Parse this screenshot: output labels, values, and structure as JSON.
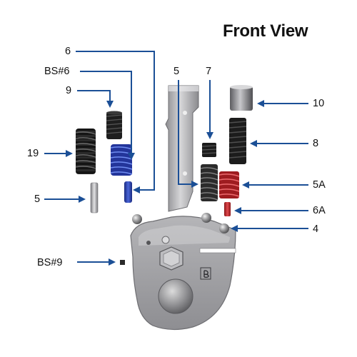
{
  "title": "Front View",
  "labels": {
    "l6": "6",
    "lbs6": "BS#6",
    "l9": "9",
    "l19": "19",
    "l5left": "5",
    "l5top": "5",
    "l7": "7",
    "l10": "10",
    "l8": "8",
    "l5a": "5A",
    "l6a": "6A",
    "l4": "4",
    "lbs9": "BS#9"
  },
  "colors": {
    "leader": "#1b4f96",
    "blue_spring": "#2a3fb0",
    "red_spring": "#c0262b",
    "black_spring": "#1e1e1e",
    "housing": "#a8a8ab"
  }
}
